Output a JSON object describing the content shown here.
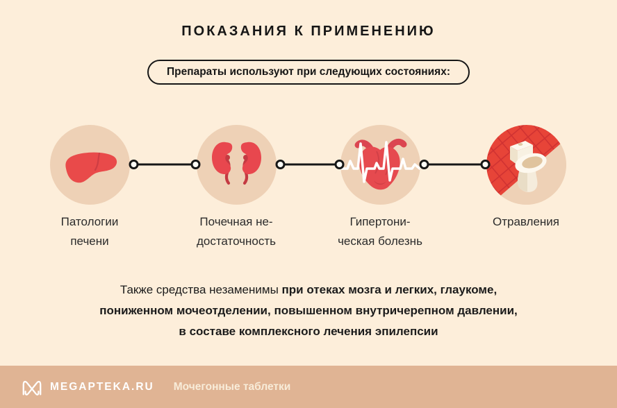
{
  "header": {
    "title": "ПОКАЗАНИЯ К ПРИМЕНЕНИЮ",
    "subtitle_pill": "Препараты используют при следующих состояниях:"
  },
  "conditions": [
    {
      "icon": "liver-icon",
      "label": "Патологии\nпечени"
    },
    {
      "icon": "kidneys-icon",
      "label": "Почечная не-\nдостаточность"
    },
    {
      "icon": "heart-ecg-icon",
      "label": "Гипертони-\nческая болезнь"
    },
    {
      "icon": "toilet-icon",
      "label": "Отравления"
    }
  ],
  "note": {
    "normal": "Также средства незаменимы ",
    "bold_line1": "при отеках мозга и легких, глаукоме,",
    "bold_line2": "пониженном мочеотделении, повышенном внутричерепном давлении,",
    "bold_line3": "в составе комплексного лечения эпилепсии"
  },
  "footer": {
    "brand": "MEGAPTEKA.RU",
    "topic": "Мочегонные таблетки"
  },
  "colors": {
    "background": "#fdeeda",
    "circle_bg": "#eed1b6",
    "accent_red": "#e8484d",
    "accent_red_dark": "#c43a42",
    "tile_red": "#e74438",
    "footer_bg": "#e0b494",
    "text_dark": "#161616"
  }
}
